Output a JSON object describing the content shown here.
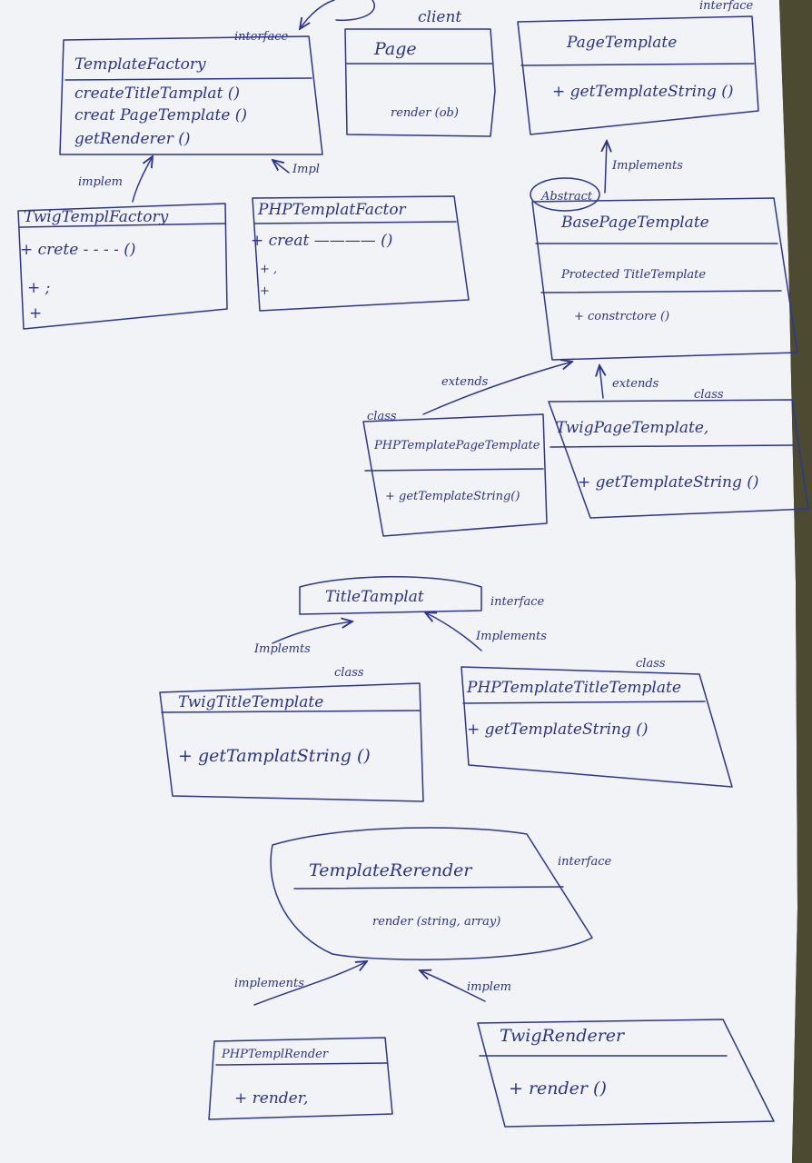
{
  "client": {
    "label": "client",
    "name": "Page",
    "method": "render (ob)"
  },
  "template_factory": {
    "stereotype": "interface",
    "name": "TemplateFactory",
    "methods": [
      "createTitleTamplat ()",
      "creat PageTemplate ()",
      "getRenderer ()"
    ]
  },
  "page_template": {
    "stereotype": "interface",
    "name": "PageTemplate",
    "methods": [
      "+ getTemplateString ()"
    ]
  },
  "twig_template_factory": {
    "link": "implem",
    "name": "TwigTemplFactory",
    "methods": [
      "+ crete - - - - ()",
      "+ ;",
      "+"
    ]
  },
  "php_template_factory": {
    "link": "Impl",
    "name": "PHPTemplatFactor",
    "methods": [
      "+ creat ———— ()",
      "+ ,",
      "+"
    ]
  },
  "base_page_template": {
    "stereotype": "Abstract",
    "link": "Implements",
    "name": "BasePageTemplate",
    "fields": [
      "Protected TitleTemplate"
    ],
    "methods": [
      "+ constrctore ()"
    ]
  },
  "php_page_template": {
    "stereotype": "class",
    "link": "extends",
    "name": "PHPTemplatePageTemplate",
    "methods": [
      "+ getTemplateString()"
    ]
  },
  "twig_page_template": {
    "stereotype": "class",
    "link": "extends",
    "name": "TwigPageTemplate,",
    "methods": [
      "+ getTemplateString ()"
    ]
  },
  "title_template": {
    "stereotype": "interface",
    "name": "TitleTamplat"
  },
  "twig_title_template": {
    "stereotype": "class",
    "link": "Implemts",
    "name": "TwigTitleTemplate",
    "methods": [
      "+ getTamplatString ()"
    ]
  },
  "php_title_template": {
    "stereotype": "class",
    "link": "Implements",
    "name": "PHPTemplateTitleTemplate",
    "methods": [
      "+ getTemplateString ()"
    ]
  },
  "template_renderer": {
    "stereotype": "interface",
    "name": "TemplateRerender",
    "methods": [
      "render (string, array)"
    ]
  },
  "php_templ_render": {
    "link": "implements",
    "name": "PHPTemplRender",
    "methods": [
      "+ render,"
    ]
  },
  "twig_renderer": {
    "link": "implem",
    "name": "TwigRenderer",
    "methods": [
      "+ render ()"
    ]
  },
  "colors": {
    "paper": "#f2f3f6",
    "ink": "#2e3590",
    "background": "#3a3026"
  }
}
